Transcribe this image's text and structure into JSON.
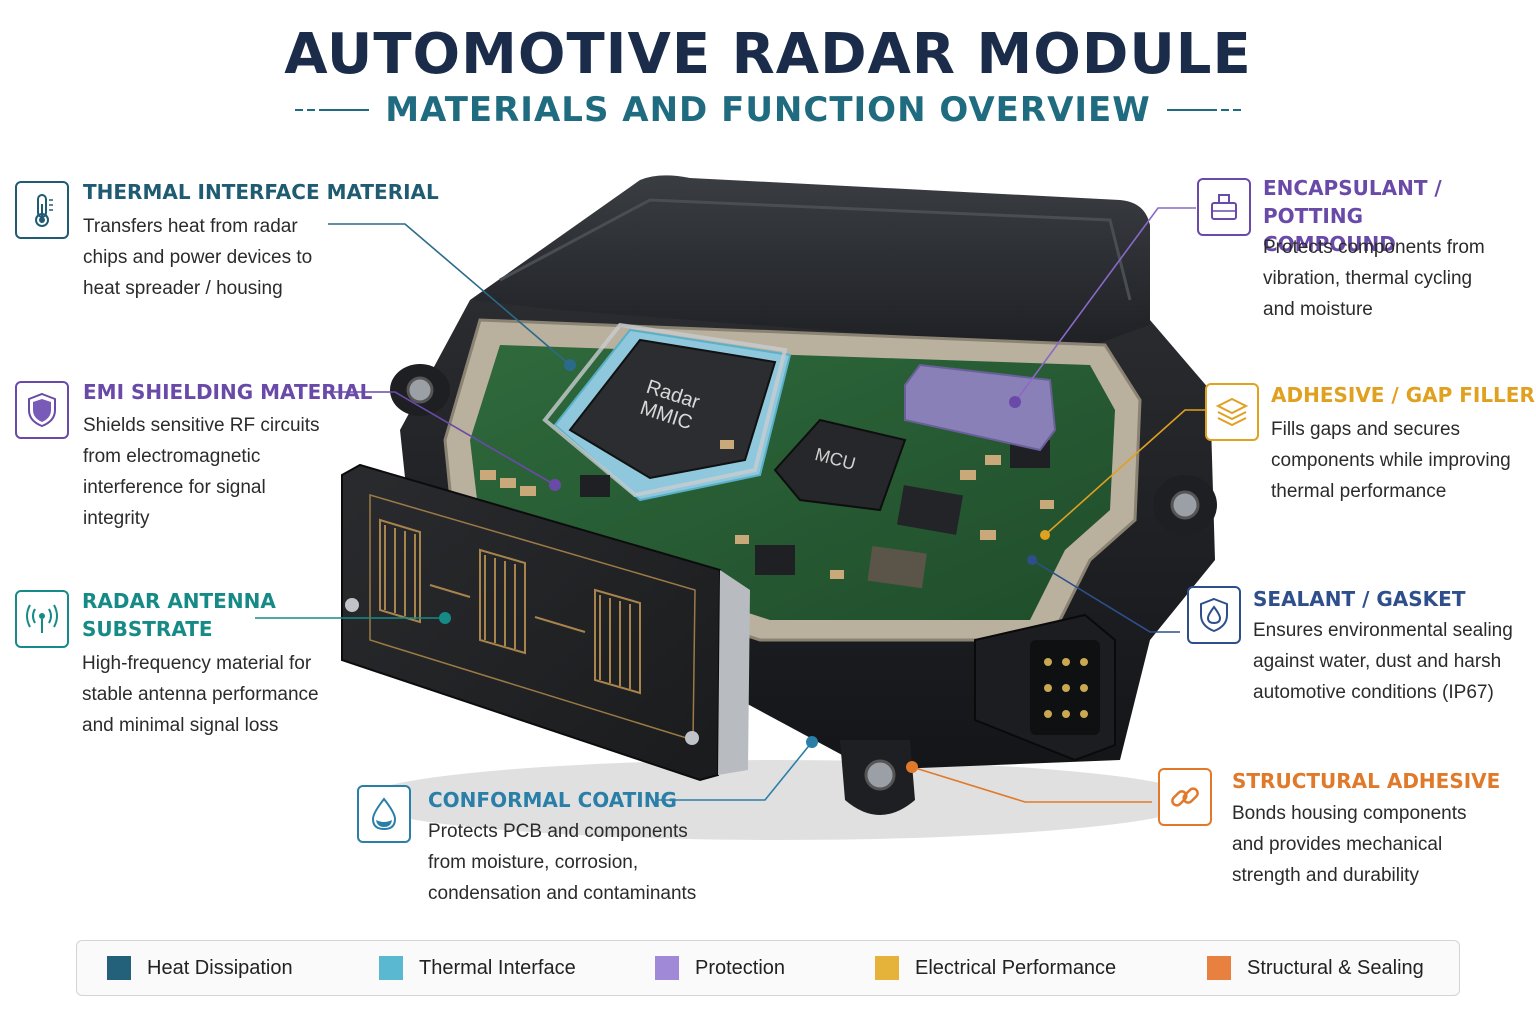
{
  "header": {
    "title": "AUTOMOTIVE RADAR MODULE",
    "subtitle": "MATERIALS AND FUNCTION OVERVIEW"
  },
  "module": {
    "mmic_label": "Radar\nMMIC",
    "mcu_label": "MCU"
  },
  "callouts": [
    {
      "id": "thermal",
      "title": "THERMAL INTERFACE MATERIAL",
      "desc": "Transfers heat from radar\nchips and power devices to\nheat spreader / housing",
      "color": "#1f5b72",
      "icon": "thermometer-icon"
    },
    {
      "id": "emi",
      "title": "EMI SHIELDING MATERIAL",
      "desc": "Shields sensitive RF circuits\nfrom electromagnetic\ninterference for signal\nintegrity",
      "color": "#6a4aa8",
      "icon": "shield-icon"
    },
    {
      "id": "antenna",
      "title": "RADAR ANTENNA\nSUBSTRATE",
      "desc": "High-frequency material for\nstable antenna performance\nand minimal signal loss",
      "color": "#168a86",
      "icon": "antenna-signal-icon"
    },
    {
      "id": "conformal",
      "title": "CONFORMAL COATING",
      "desc": "Protects PCB and components\nfrom moisture, corrosion,\ncondensation and contaminants",
      "color": "#2a7fa8",
      "icon": "droplet-icon"
    },
    {
      "id": "encapsulant",
      "title": "ENCAPSULANT / POTTING\nCOMPOUND",
      "desc": "Protects components from\nvibration, thermal cycling\nand moisture",
      "color": "#6a4aa8",
      "icon": "potting-container-icon"
    },
    {
      "id": "adhesive",
      "title": "ADHESIVE / GAP FILLER",
      "desc": "Fills gaps and secures\ncomponents while improving\nthermal performance",
      "color": "#e0a020",
      "icon": "layers-icon"
    },
    {
      "id": "sealant",
      "title": "SEALANT / GASKET",
      "desc": "Ensures environmental sealing\nagainst water, dust and harsh\nautomotive conditions (IP67)",
      "color": "#2e4f8c",
      "icon": "shield-droplet-icon"
    },
    {
      "id": "structural",
      "title": "STRUCTURAL ADHESIVE",
      "desc": "Bonds housing components\nand provides mechanical\nstrength and durability",
      "color": "#e07a2a",
      "icon": "chain-link-icon"
    }
  ],
  "legend": [
    {
      "label": "Heat Dissipation",
      "color": "#23607a"
    },
    {
      "label": "Thermal Interface",
      "color": "#5ab8d0"
    },
    {
      "label": "Protection",
      "color": "#a08ad8"
    },
    {
      "label": "Electrical Performance",
      "color": "#e5b23a"
    },
    {
      "label": "Structural & Sealing",
      "color": "#e88040"
    }
  ]
}
